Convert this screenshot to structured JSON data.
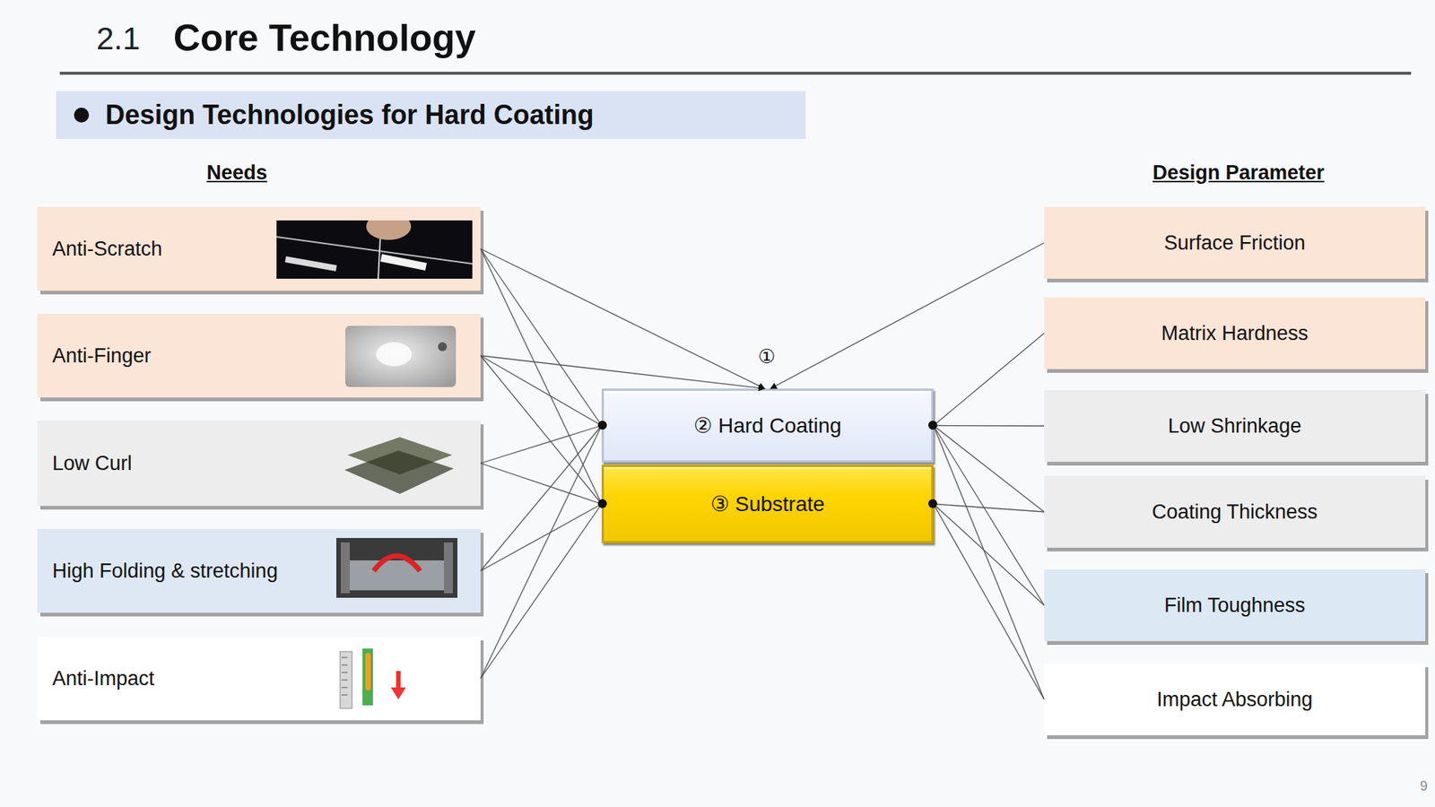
{
  "diagram": {
    "title": "Core Technology",
    "nodes": [
      {
        "text": [
          "Design Technologies for Hard Coating"
        ]
      },
      {
        "text": [
          "Anti-Scratch"
        ]
      },
      {
        "text": [
          "Anti-Finger"
        ]
      },
      {
        "text": [
          "Low Curl"
        ]
      },
      {
        "text": [
          "High Folding & stretching"
        ]
      },
      {
        "text": [
          "Anti-Impact"
        ]
      },
      {
        "text": [
          "② Hard Coating"
        ]
      },
      {
        "text": [
          "③ Substrate"
        ]
      },
      {
        "text": [
          "Surface Friction"
        ]
      },
      {
        "text": [
          "Matrix Hardness"
        ]
      },
      {
        "text": [
          "Low Shrinkage"
        ]
      },
      {
        "text": [
          "Coating Thickness"
        ]
      },
      {
        "text": [
          "Film Toughness"
        ]
      },
      {
        "text": [
          "Impact Absorbing"
        ]
      }
    ],
    "edges": [
      {
        "from": 1,
        "to": 6,
        "arrow": "to"
      },
      {
        "from": 1,
        "to": 6,
        "arrow": "none"
      },
      {
        "from": 1,
        "to": 7,
        "arrow": "none"
      },
      {
        "from": 2,
        "to": 6,
        "arrow": "to"
      },
      {
        "from": 2,
        "to": 6,
        "arrow": "none"
      },
      {
        "from": 2,
        "to": 7,
        "arrow": "none"
      },
      {
        "from": 3,
        "to": 6,
        "arrow": "none"
      },
      {
        "from": 3,
        "to": 7,
        "arrow": "none"
      },
      {
        "from": 4,
        "to": 6,
        "arrow": "none"
      },
      {
        "from": 4,
        "to": 7,
        "arrow": "none"
      },
      {
        "from": 5,
        "to": 6,
        "arrow": "none"
      },
      {
        "from": 5,
        "to": 7,
        "arrow": "none"
      },
      {
        "from": 8,
        "to": 6,
        "arrow": "to"
      },
      {
        "from": 9,
        "to": 6,
        "arrow": "none"
      },
      {
        "from": 10,
        "to": 6,
        "arrow": "none"
      },
      {
        "from": 11,
        "to": 6,
        "arrow": "none"
      },
      {
        "from": 11,
        "to": 7,
        "arrow": "none"
      },
      {
        "from": 12,
        "to": 6,
        "arrow": "none"
      },
      {
        "from": 12,
        "to": 7,
        "arrow": "none"
      },
      {
        "from": 13,
        "to": 6,
        "arrow": "none"
      },
      {
        "from": 13,
        "to": 7,
        "arrow": "none"
      }
    ],
    "labels": [
      "2.1",
      "Needs",
      "Design Parameter",
      "①",
      "9"
    ]
  }
}
